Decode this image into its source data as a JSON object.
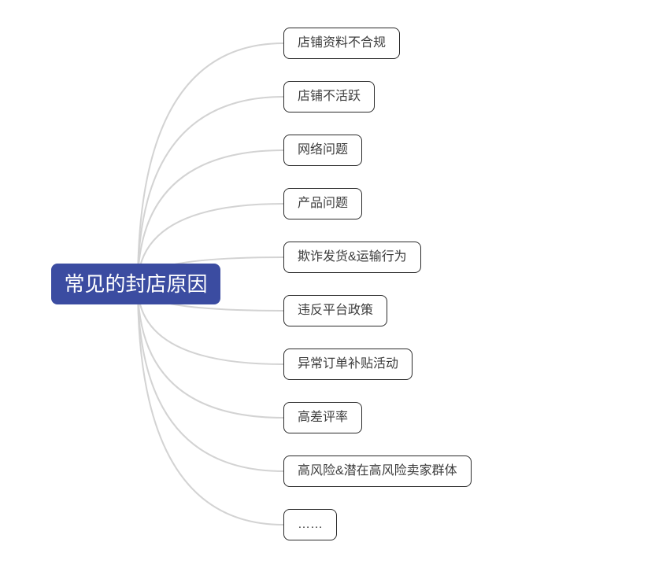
{
  "diagram": {
    "central": {
      "label": "常见的封店原因",
      "bg_color": "#3b4ca1",
      "text_color": "#ffffff"
    },
    "branches": [
      {
        "label": "店铺资料不合规"
      },
      {
        "label": "店铺不活跃"
      },
      {
        "label": "网络问题"
      },
      {
        "label": "产品问题"
      },
      {
        "label": "欺诈发货&运输行为"
      },
      {
        "label": "违反平台政策"
      },
      {
        "label": "异常订单补贴活动"
      },
      {
        "label": "高差评率"
      },
      {
        "label": "高风险&潜在高风险卖家群体"
      },
      {
        "label": "……"
      }
    ],
    "branch_style": {
      "border_color": "#2b2b2b",
      "text_color": "#3d3d3d",
      "bg_color": "#ffffff"
    },
    "connector_color": "#d3d3d3"
  }
}
